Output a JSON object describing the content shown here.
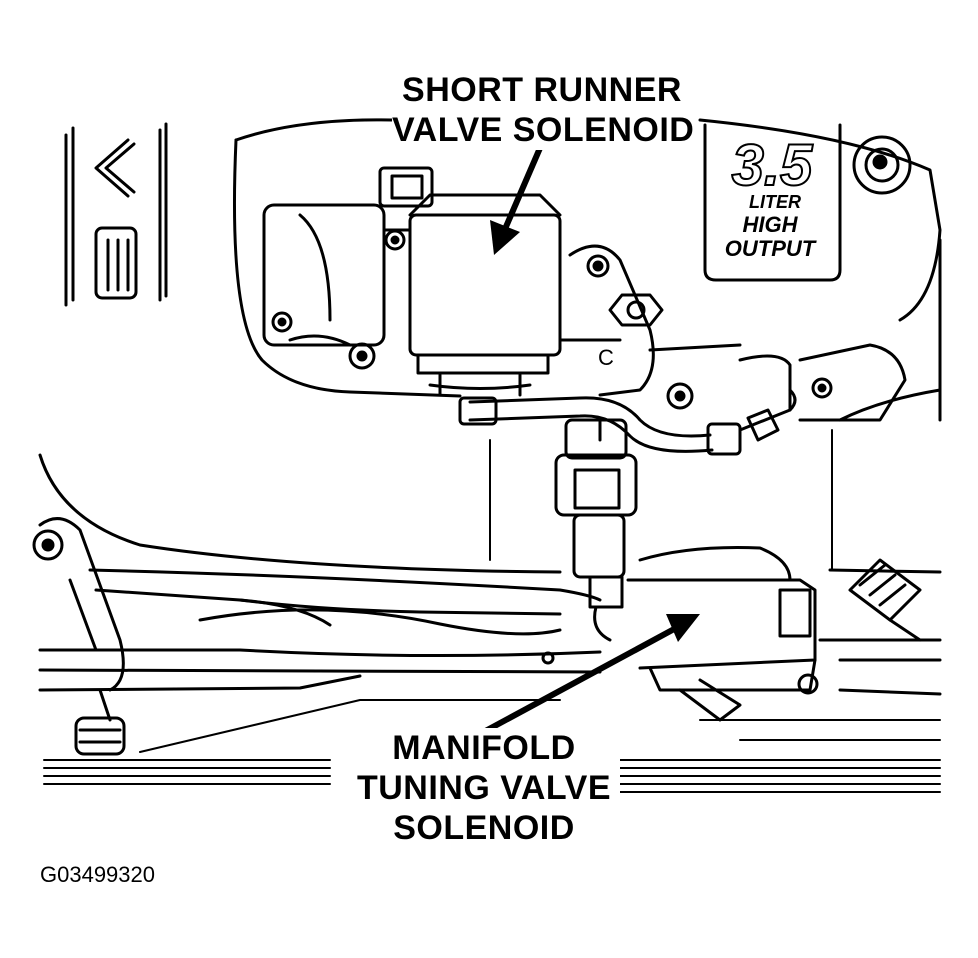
{
  "callouts": {
    "short_runner": [
      "SHORT RUNNER",
      "VALVE SOLENOID"
    ],
    "manifold_tuning": [
      "MANIFOLD",
      "TUNING VALVE",
      "SOLENOID"
    ]
  },
  "badge": {
    "displacement": "3.5",
    "unit": "LITER",
    "line1": "HIGH",
    "line2": "OUTPUT"
  },
  "figure_id": "G03499320",
  "colors": {
    "ink": "#000000",
    "paper": "#ffffff"
  },
  "icons": [
    "arrow-pointer-icon",
    "bolt-icon",
    "connector-icon"
  ]
}
